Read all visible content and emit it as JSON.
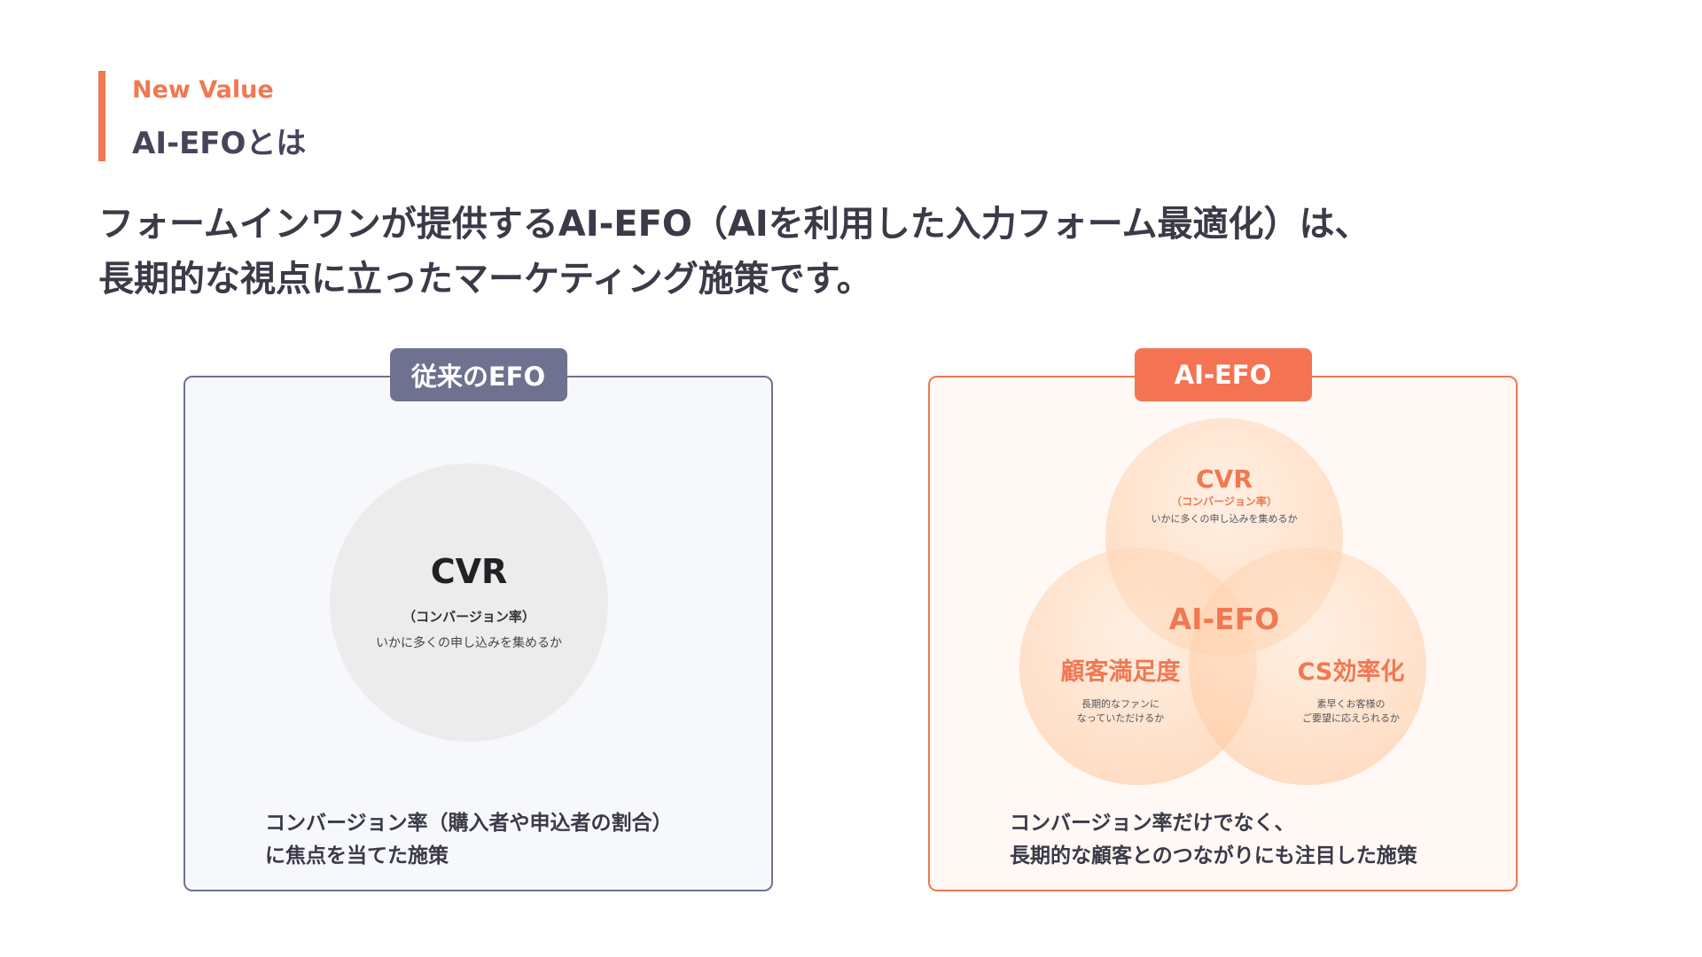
{
  "header": {
    "eyebrow": "New Value",
    "title": "AI-EFOとは"
  },
  "lead": {
    "line1": "フォームインワンが提供するAI-EFO（AIを利用した入力フォーム最適化）は、",
    "line2": "長期的な視点に立ったマーケティング施策です。"
  },
  "panels": {
    "traditional": {
      "tag": "従来のEFO",
      "circle": {
        "title": "CVR",
        "subtitle": "（コンバージョン率）",
        "description": "いかに多くの申し込みを集めるか"
      },
      "caption_line1": "コンバージョン率（購入者や申込者の割合）",
      "caption_line2": "に焦点を当てた施策"
    },
    "ai_efo": {
      "tag": "AI-EFO",
      "venn": {
        "top": {
          "title": "CVR",
          "subtitle": "（コンバージョン率）",
          "description": "いかに多くの申し込みを集めるか"
        },
        "center": "AI-EFO",
        "left": {
          "title": "顧客満足度",
          "desc_line1": "長期的なファンに",
          "desc_line2": "なっていただけるか"
        },
        "right": {
          "title": "CS効率化",
          "desc_line1": "素早くお客様の",
          "desc_line2": "ご要望に応えられるか"
        }
      },
      "caption_line1": "コンバージョン率だけでなく、",
      "caption_line2": "長期的な顧客とのつながりにも注目した施策"
    }
  },
  "colors": {
    "accent": "#f07852",
    "slate": "#6e7290",
    "text": "#3a3a48"
  }
}
